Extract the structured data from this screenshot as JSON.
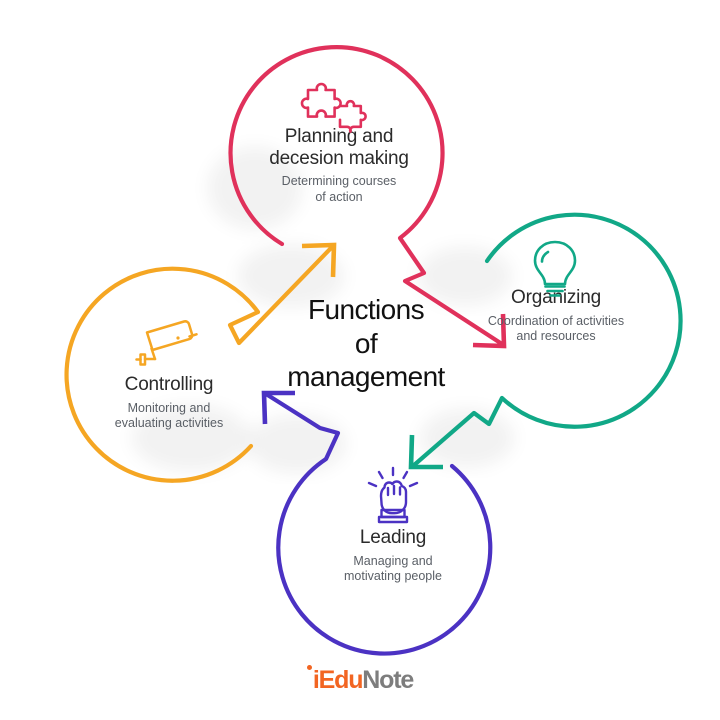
{
  "page": {
    "background": "#ffffff",
    "center_title_lines": [
      "Functions",
      "of",
      "management"
    ],
    "center_title_text": "Functions of management"
  },
  "brand": {
    "name": "iEduNote",
    "part_i": "i",
    "part_edu": "Edu",
    "part_note": "Note",
    "color_primary": "#F26522",
    "color_secondary": "#7d7d7d"
  },
  "nodes": [
    {
      "id": "planning",
      "title": "Planning and decesion making",
      "title_line1": "Planning and",
      "title_line2": "decesion making",
      "subtitle": "Determining courses of action",
      "subtitle_line1": "Determining courses",
      "subtitle_line2": "of action",
      "color": "#E0315B",
      "icon": "puzzle-icon",
      "position": "top"
    },
    {
      "id": "organizing",
      "title": "Organizing",
      "title_line1": "Organizing",
      "title_line2": "",
      "subtitle": "Coordination of activities and resources",
      "subtitle_line1": "Coordination of activities",
      "subtitle_line2": "and resources",
      "color": "#11A887",
      "icon": "lightbulb-icon",
      "position": "right"
    },
    {
      "id": "leading",
      "title": "Leading",
      "title_line1": "Leading",
      "title_line2": "",
      "subtitle": "Managing and motivating people",
      "subtitle_line1": "Managing and",
      "subtitle_line2": "motivating people",
      "color": "#4B32C3",
      "icon": "raised-fist-icon",
      "position": "bottom"
    },
    {
      "id": "controlling",
      "title": "Controlling",
      "title_line1": "Controlling",
      "title_line2": "",
      "subtitle": "Monitoring and evaluating activities",
      "subtitle_line1": "Monitoring and",
      "subtitle_line2": "evaluating activities",
      "color": "#F5A623",
      "icon": "cctv-camera-icon",
      "position": "left"
    }
  ],
  "arrows": [
    {
      "id": "arrow-planning-to-organizing",
      "from": "planning",
      "to": "organizing",
      "color": "#E0315B"
    },
    {
      "id": "arrow-organizing-to-leading",
      "from": "organizing",
      "to": "leading",
      "color": "#11A887"
    },
    {
      "id": "arrow-leading-to-controlling",
      "from": "leading",
      "to": "controlling",
      "color": "#4B32C3"
    },
    {
      "id": "arrow-controlling-to-planning",
      "from": "controlling",
      "to": "planning",
      "color": "#F5A623"
    }
  ],
  "chart_data": {
    "type": "diagram",
    "title": "Functions of management",
    "layout": "cyclical four-node circular flow",
    "nodes": [
      "Planning and decesion making",
      "Organizing",
      "Leading",
      "Controlling"
    ],
    "flow": [
      "Planning and decesion making",
      "Organizing",
      "Leading",
      "Controlling",
      "Planning and decesion making"
    ]
  }
}
